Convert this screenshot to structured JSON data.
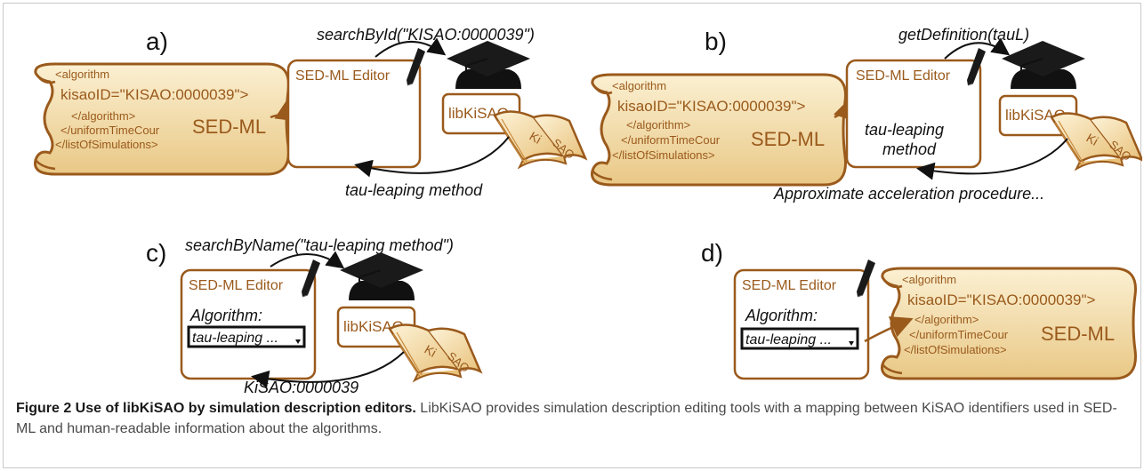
{
  "panels": {
    "a": {
      "letter": "a)",
      "call": "searchById(\"KISAO:0000039\")",
      "result": "tau-leaping method",
      "editor_title": "SED-ML Editor",
      "lib_label": "libKiSAO",
      "scroll": [
        "<algorithm",
        "kisaoID=\"KISAO:0000039\">",
        "</algorithm>",
        "</uniformTimeCour",
        "</listOfSimulations>"
      ],
      "scroll_title": "SED-ML"
    },
    "b": {
      "letter": "b)",
      "call": "getDefinition(tauL)",
      "result": "Approximate acceleration procedure...",
      "editor_title": "SED-ML Editor",
      "editor_text_1": "tau-leaping",
      "editor_text_2": "method",
      "lib_label": "libKiSAO",
      "scroll": [
        "<algorithm",
        "kisaoID=\"KISAO:0000039\">",
        "</algorithm>",
        "</uniformTimeCour",
        "</listOfSimulations>"
      ],
      "scroll_title": "SED-ML"
    },
    "c": {
      "letter": "c)",
      "call": "searchByName(\"tau-leaping method\")",
      "result": "KiSAO:0000039",
      "editor_title": "SED-ML Editor",
      "algorithm_label": "Algorithm:",
      "select_value": "tau-leaping ...",
      "lib_label": "libKiSAO"
    },
    "d": {
      "letter": "d)",
      "editor_title": "SED-ML Editor",
      "algorithm_label": "Algorithm:",
      "select_value": "tau-leaping ...",
      "scroll": [
        "<algorithm",
        "kisaoID=\"KISAO:0000039\">",
        "</algorithm>",
        "</uniformTimeCour",
        "</listOfSimulations>"
      ],
      "scroll_title": "SED-ML"
    }
  },
  "book_label_1": "Ki",
  "book_label_2": "SAO",
  "caption": {
    "bold": "Figure 2 Use of libKiSAO by simulation description editors.",
    "text": " LibKiSAO provides simulation description editing tools with a mapping between KiSAO identifiers used in SED-ML and human-readable information about the algorithms."
  },
  "colors": {
    "brown": "#9a5a1c",
    "scroll_fill": "#f6e2b0",
    "cap_black": "#111111"
  }
}
